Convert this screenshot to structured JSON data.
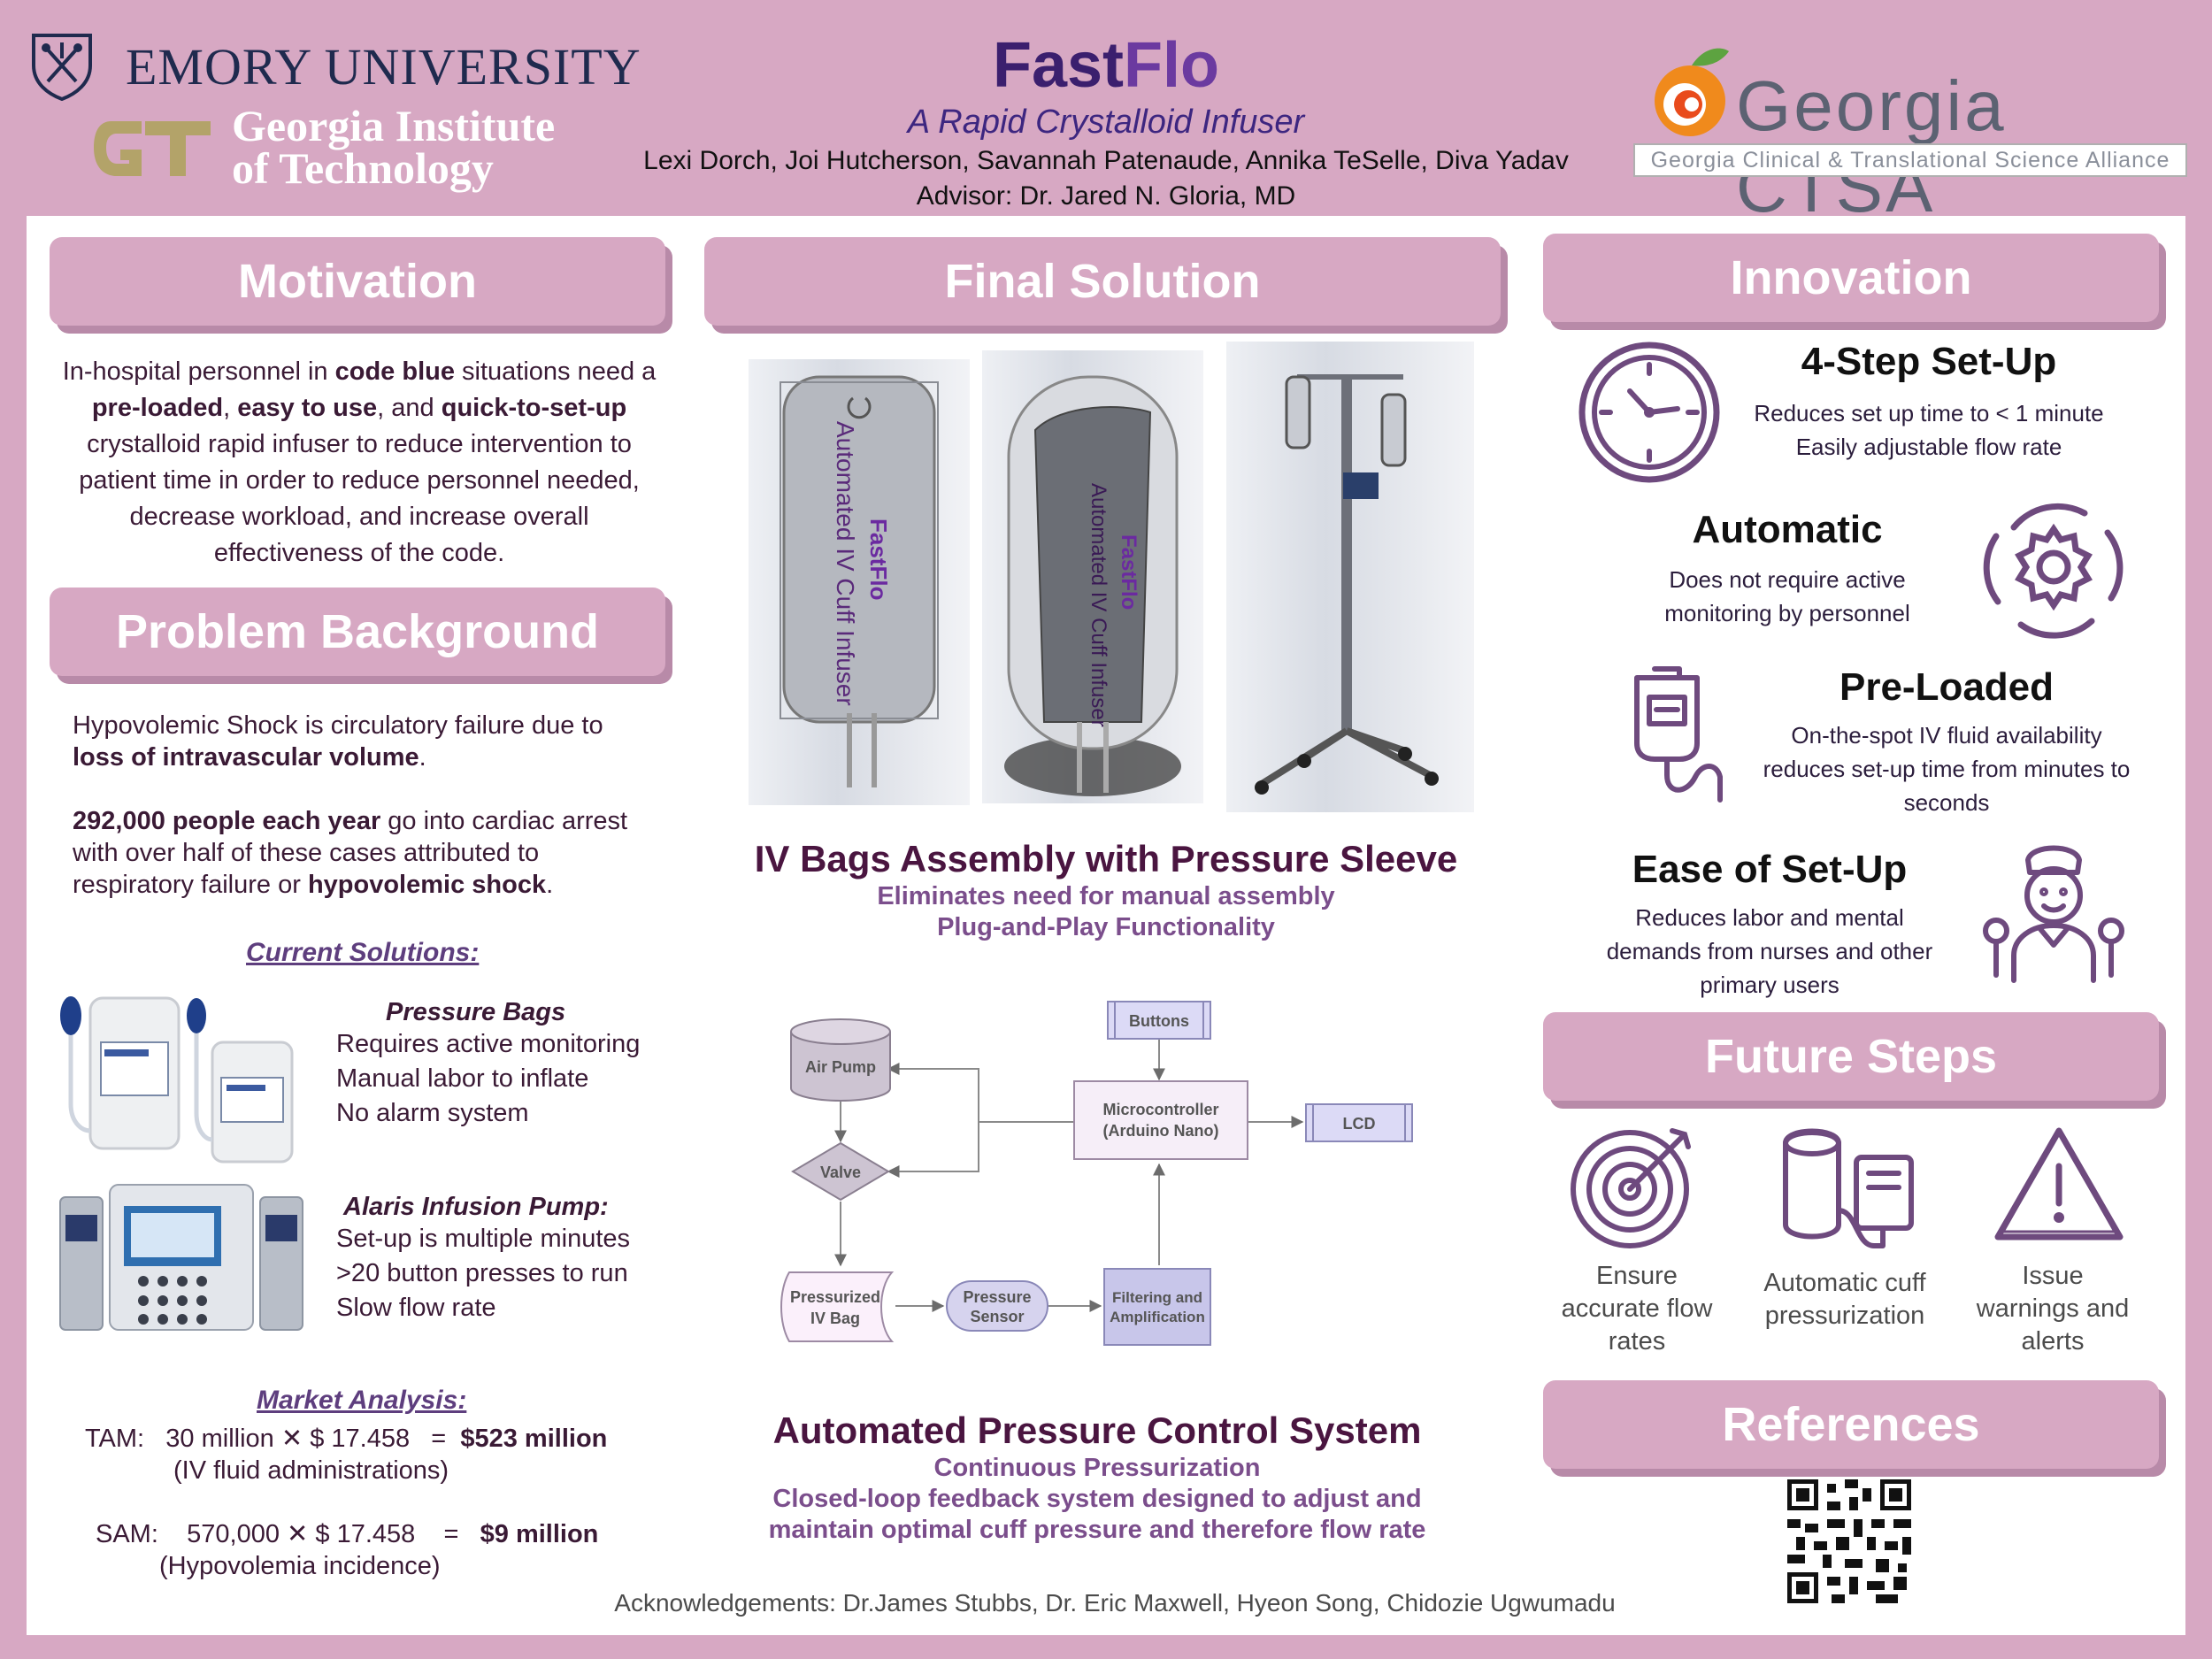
{
  "header": {
    "emory_name": "EMORY UNIVERSITY",
    "gt_line1": "Georgia Institute",
    "gt_line2": "of Technology",
    "title_part1": "Fast",
    "title_part2": "Flo",
    "subtitle": "A Rapid Crystalloid Infuser",
    "authors": "Lexi Dorch, Joi Hutcherson, Savannah Patenaude, Annika TeSelle, Diva Yadav",
    "advisor": "Advisor: Dr. Jared N. Gloria, MD",
    "ctsa_word": "Georgia CTSA",
    "ctsa_tagline": "Georgia Clinical & Translational Science Alliance"
  },
  "motivation": {
    "heading": "Motivation",
    "p1": "In-hospital personnel in ",
    "b1": "code blue",
    "p2": " situations need a ",
    "b2": "pre-loaded",
    "p3": ", ",
    "b3": "easy to use",
    "p4": ", and ",
    "b4": "quick-to-set-up",
    "p5": " crystalloid rapid infuser to reduce intervention to patient time in order to reduce personnel needed, decrease workload, and increase overall effectiveness of the code."
  },
  "problem": {
    "heading": "Problem Background",
    "p1": "Hypovolemic Shock is circulatory failure due to ",
    "b1": "loss of intravascular volume",
    "p1_end": ".",
    "b2": "292,000 people each year",
    "p2": " go into cardiac arrest with over half of these cases attributed to respiratory failure or ",
    "b3": "hypovolemic shock",
    "p2_end": ".",
    "current_heading": "Current Solutions:",
    "pressure_bags_title": "Pressure Bags",
    "pressure_bags_items": [
      "Requires active monitoring",
      "Manual labor to inflate",
      "No alarm system"
    ],
    "alaris_title": "Alaris Infusion Pump:",
    "alaris_items": [
      "Set-up is multiple minutes",
      ">20 button presses to run",
      "Slow flow rate"
    ],
    "market_heading": "Market Analysis:",
    "tam_label": "TAM:",
    "tam_qty": "30 million",
    "tam_times": "✕",
    "tam_price": "$ 17.458",
    "tam_eq": "=",
    "tam_result": "$523 million",
    "tam_note": "(IV fluid administrations)",
    "sam_label": "SAM:",
    "sam_qty": "570,000",
    "sam_times": "✕",
    "sam_price": "$ 17.458",
    "sam_eq": "=",
    "sam_result": "$9 million",
    "sam_note": "(Hypovolemia incidence)"
  },
  "solution": {
    "heading": "Final Solution",
    "bag_text_1": "Automated IV Cuff Infuser",
    "bag_brand": "FastFlo",
    "assembly_title": "IV Bags Assembly with Pressure Sleeve",
    "assembly_sub1": "Eliminates need for manual assembly",
    "assembly_sub2": "Plug-and-Play Functionality",
    "diagram": {
      "buttons": "Buttons",
      "air_pump": "Air Pump",
      "micro_1": "Microcontroller",
      "micro_2": "(Arduino Nano)",
      "lcd": "LCD",
      "valve": "Valve",
      "bag_1": "Pressurized",
      "bag_2": "IV Bag",
      "sensor_1": "Pressure",
      "sensor_2": "Sensor",
      "filter_1": "Filtering and",
      "filter_2": "Amplification"
    },
    "control_title": "Automated Pressure Control System",
    "control_sub1": "Continuous Pressurization",
    "control_sub2": "Closed-loop feedback system designed to adjust and",
    "control_sub3": "maintain optimal cuff pressure and therefore flow rate"
  },
  "innovation": {
    "heading": "Innovation",
    "items": [
      {
        "title": "4-Step Set-Up",
        "line1": "Reduces set up time to < 1 minute",
        "line2": "Easily adjustable flow rate",
        "line3": "",
        "icon": "clock-icon"
      },
      {
        "title": "Automatic",
        "line1": "Does not require active",
        "line2": "monitoring by personnel",
        "line3": "",
        "icon": "gear-cycle-icon"
      },
      {
        "title": "Pre-Loaded",
        "line1": "On-the-spot IV fluid availability",
        "line2": "reduces set-up time from minutes to",
        "line3": "seconds",
        "icon": "iv-bag-icon"
      },
      {
        "title": "Ease of Set-Up",
        "line1": "Reduces labor and mental",
        "line2": "demands from nurses and other",
        "line3": "primary users",
        "icon": "nurse-icon"
      }
    ]
  },
  "future": {
    "heading": "Future Steps",
    "items": [
      {
        "line1": "Ensure",
        "line2": "accurate flow",
        "line3": "rates",
        "icon": "target-icon"
      },
      {
        "line1": "Automatic cuff",
        "line2": "pressurization",
        "line3": "",
        "icon": "cuff-icon"
      },
      {
        "line1": "Issue",
        "line2": "warnings and",
        "line3": "alerts",
        "icon": "warning-icon"
      }
    ]
  },
  "references": {
    "heading": "References"
  },
  "acknowledgements": "Acknowledgements: Dr.James Stubbs, Dr. Eric Maxwell, Hyeon Song, Chidozie Ugwumadu",
  "colors": {
    "background": "#d7a8c3",
    "heading_shadow": "#b88aa8",
    "accent_purple": "#6b3aa0",
    "subtitle_purple": "#7b4e8c",
    "dark_text": "#3a1a35",
    "icon_purple": "#6e4a7e"
  }
}
